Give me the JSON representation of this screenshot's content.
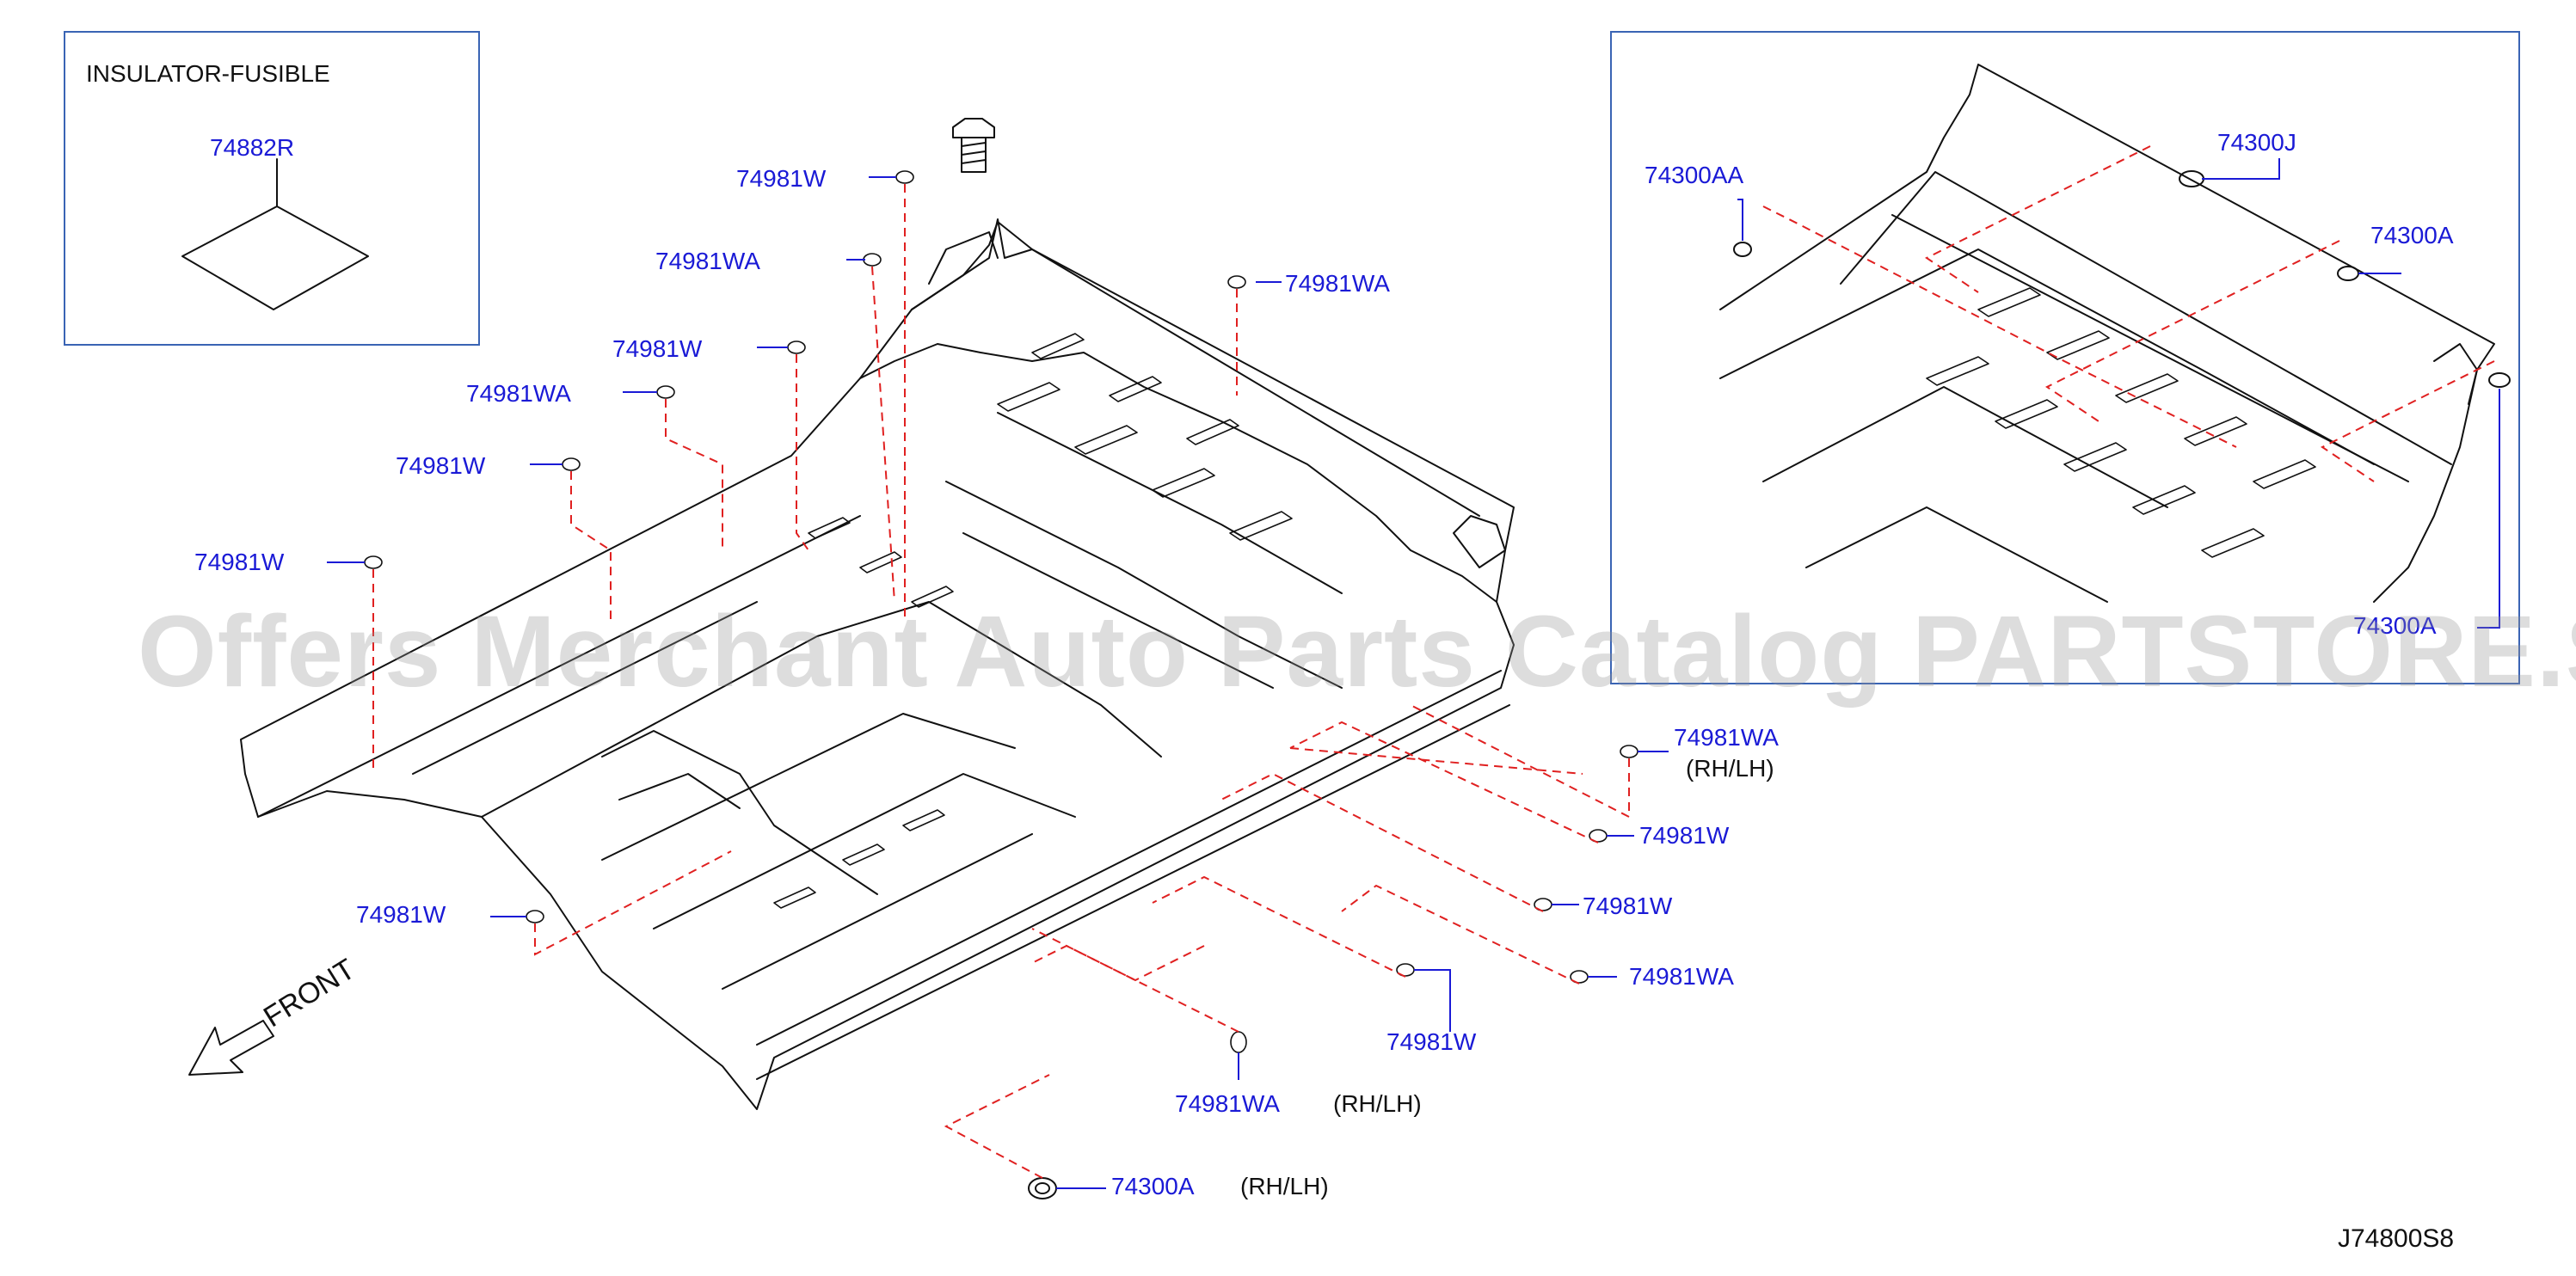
{
  "inset_left": {
    "title": "INSULATOR-FUSIBLE",
    "part": "74882R"
  },
  "inset_right": {
    "labels": [
      "74300AA",
      "74300J",
      "74300A",
      "74300A"
    ]
  },
  "callouts": [
    {
      "id": "c1",
      "text": "74981W"
    },
    {
      "id": "c2",
      "text": "74981WA"
    },
    {
      "id": "c3",
      "text": "74981W"
    },
    {
      "id": "c4",
      "text": "74981WA"
    },
    {
      "id": "c5",
      "text": "74981W"
    },
    {
      "id": "c6",
      "text": "74981W"
    },
    {
      "id": "c7",
      "text": "74981WA"
    },
    {
      "id": "c8",
      "text": "74981WA"
    },
    {
      "id": "c9",
      "text": "74981W"
    },
    {
      "id": "c10",
      "text": "74981W"
    },
    {
      "id": "c11",
      "text": "74981WA"
    },
    {
      "id": "c12",
      "text": "74981W"
    },
    {
      "id": "c13",
      "text": "74981W"
    },
    {
      "id": "c14",
      "text": "74981WA"
    },
    {
      "id": "c15",
      "text": "74300A"
    }
  ],
  "notes": {
    "rhlh": "(RH/LH)"
  },
  "front_label": "FRONT",
  "diagram_code": "J74800S8",
  "watermark": "Offers Merchant Auto Parts Catalog PARTSTORE.SA",
  "colors": {
    "label": "#1a1ad6",
    "leader": "#e02020",
    "line": "#111111",
    "box": "#3a64b4"
  }
}
